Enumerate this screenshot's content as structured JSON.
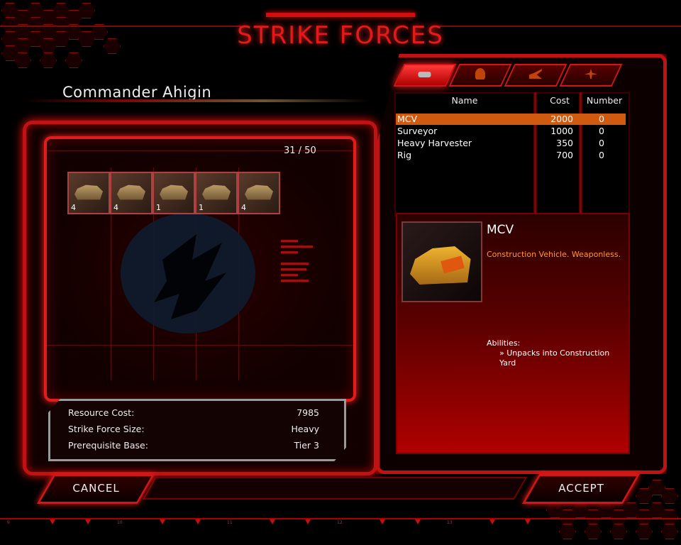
{
  "header": {
    "title": "STRIKE FORCES"
  },
  "commander": {
    "name": "Commander Ahigin"
  },
  "force": {
    "count": "31 / 50",
    "units": [
      {
        "name": "mcv",
        "count": "4"
      },
      {
        "name": "surveyor",
        "count": "4"
      },
      {
        "name": "heavy-harvester",
        "count": "1"
      },
      {
        "name": "rig",
        "count": "1"
      },
      {
        "name": "walker",
        "count": "4"
      }
    ]
  },
  "summary": {
    "rows": [
      {
        "label": "Resource Cost:",
        "value": "7985"
      },
      {
        "label": "Strike Force Size:",
        "value": "Heavy"
      },
      {
        "label": "Prerequisite Base:",
        "value": "Tier 3"
      }
    ]
  },
  "tabs": [
    {
      "name": "vehicle-tab",
      "icon": "vehicle-icon",
      "active": true
    },
    {
      "name": "infantry-tab",
      "icon": "infantry-icon",
      "active": false
    },
    {
      "name": "artillery-tab",
      "icon": "artillery-icon",
      "active": false
    },
    {
      "name": "aircraft-tab",
      "icon": "aircraft-icon",
      "active": false
    }
  ],
  "table": {
    "headers": {
      "name": "Name",
      "cost": "Cost",
      "number": "Number"
    },
    "rows": [
      {
        "name": "MCV",
        "cost": "2000",
        "number": "0",
        "selected": true
      },
      {
        "name": "Surveyor",
        "cost": "1000",
        "number": "0",
        "selected": false
      },
      {
        "name": "Heavy Harvester",
        "cost": "350",
        "number": "0",
        "selected": false
      },
      {
        "name": "Rig",
        "cost": "700",
        "number": "0",
        "selected": false
      }
    ]
  },
  "detail": {
    "name": "MCV",
    "description": "Construction Vehicle. Weaponless.",
    "abilities_label": "Abilities:",
    "ability": "» Unpacks into Construction Yard"
  },
  "buttons": {
    "cancel": "CANCEL",
    "accept": "ACCEPT"
  },
  "ruler": {
    "labels": [
      "9",
      "10",
      "11",
      "12",
      "13"
    ]
  },
  "colors": {
    "accent": "#d01616",
    "selected_row": "#d05a10",
    "desc_text": "#ff9a2a"
  }
}
